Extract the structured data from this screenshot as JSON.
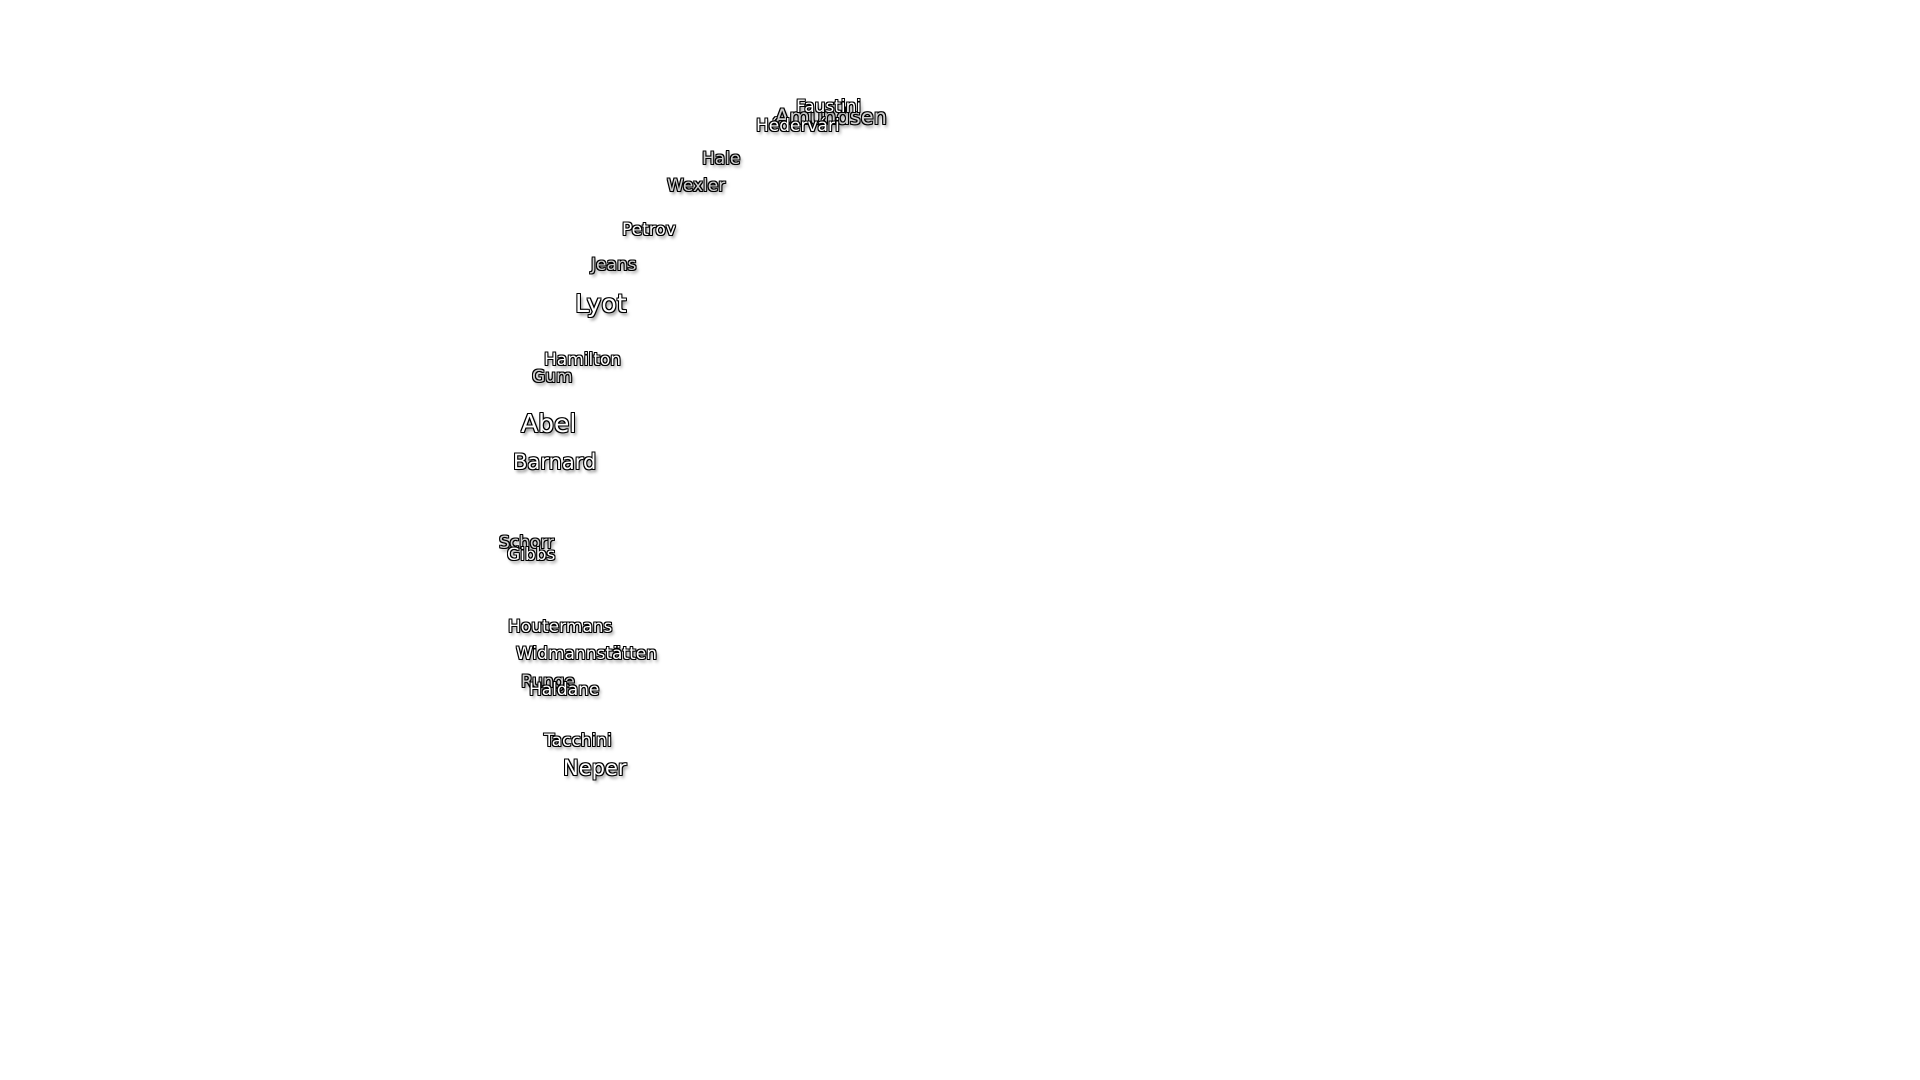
{
  "map": {
    "labels": [
      {
        "id": "amundsen",
        "text": "Amundsen"
      },
      {
        "id": "faustini",
        "text": "Faustini"
      },
      {
        "id": "hedervari",
        "text": "Hédervári"
      },
      {
        "id": "hale",
        "text": "Hale"
      },
      {
        "id": "wexler",
        "text": "Wexler"
      },
      {
        "id": "petrov",
        "text": "Petrov"
      },
      {
        "id": "jeans",
        "text": "Jeans"
      },
      {
        "id": "lyot",
        "text": "Lyot"
      },
      {
        "id": "hamilton",
        "text": "Hamilton"
      },
      {
        "id": "gum",
        "text": "Gum"
      },
      {
        "id": "abel",
        "text": "Abel"
      },
      {
        "id": "barnard",
        "text": "Barnard"
      },
      {
        "id": "schorr",
        "text": "Schorr"
      },
      {
        "id": "gibbs",
        "text": "Gibbs"
      },
      {
        "id": "houtermans",
        "text": "Houtermans"
      },
      {
        "id": "widmanstatten",
        "text": "Widmannstätten"
      },
      {
        "id": "runge",
        "text": "Runge"
      },
      {
        "id": "haldane",
        "text": "Haldane"
      },
      {
        "id": "tacchini",
        "text": "Tacchini"
      },
      {
        "id": "neper",
        "text": "Neper"
      }
    ]
  },
  "colors": {
    "background": "#ffffff",
    "label_primary": "#ffffff",
    "label_secondary": "#d0d0d0",
    "outline": "#000000"
  }
}
